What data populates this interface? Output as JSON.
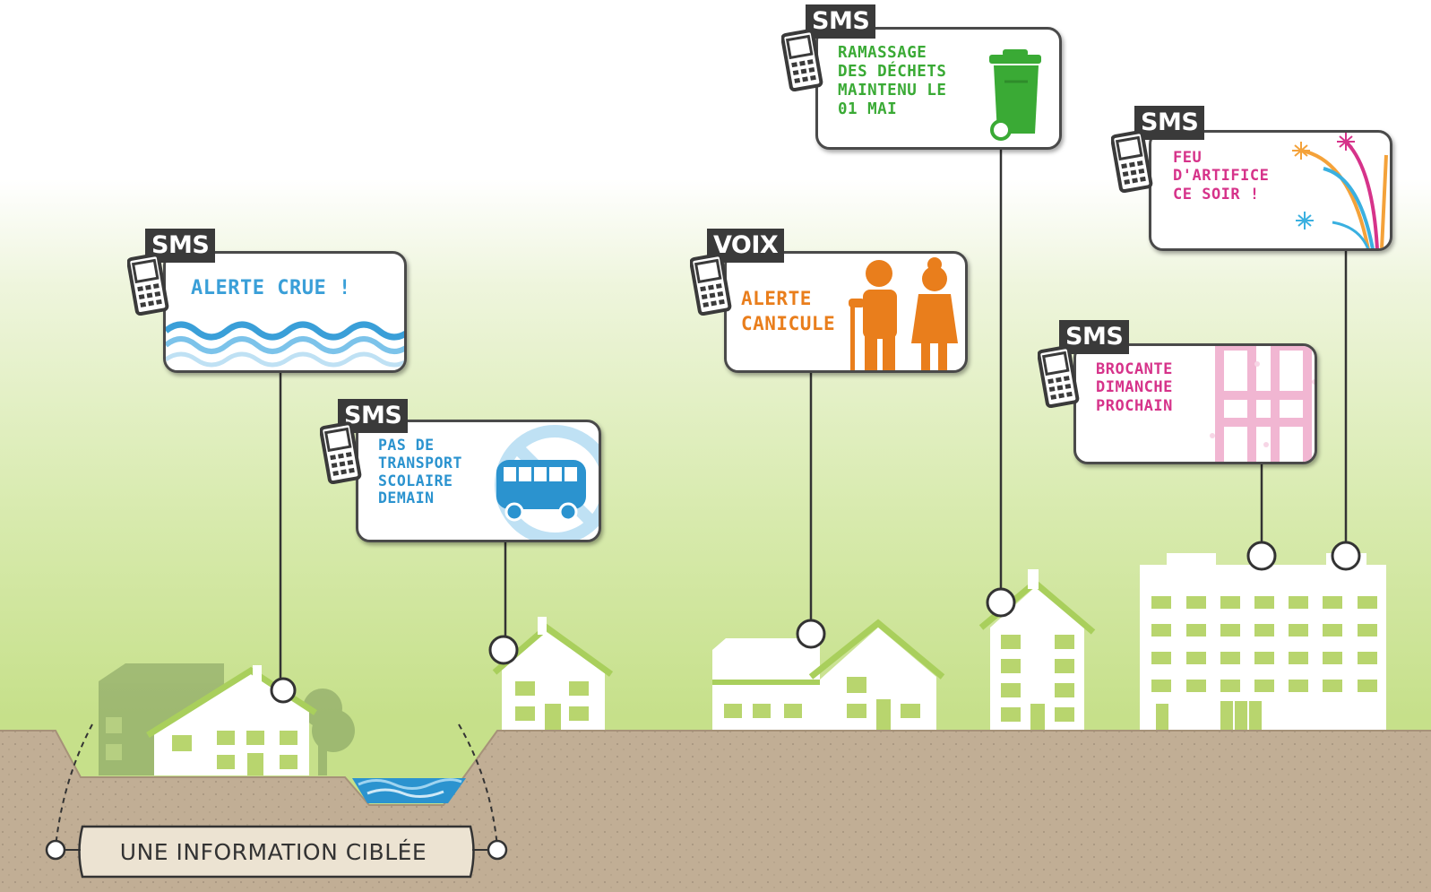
{
  "banner": {
    "label": "UNE INFORMATION CIBLÉE"
  },
  "cards": [
    {
      "id": "crue",
      "channel": "SMS",
      "text": "ALERTE CRUE !",
      "color": "#3a9fd8"
    },
    {
      "id": "transport",
      "channel": "SMS",
      "text": "PAS DE\nTRANSPORT\nSCOLAIRE\nDEMAIN",
      "color": "#2b93cf"
    },
    {
      "id": "canicule",
      "channel": "VOIX",
      "text": "ALERTE\nCANICULE",
      "color": "#e97e1c"
    },
    {
      "id": "dechets",
      "channel": "SMS",
      "text": "RAMASSAGE\nDES DÉCHETS\nMAINTENU LE\n01 MAI",
      "color": "#3aaa35"
    },
    {
      "id": "artifice",
      "channel": "SMS",
      "text": "FEU\nD'ARTIFICE\nCE SOIR !",
      "color": "#d6338a"
    },
    {
      "id": "brocante",
      "channel": "SMS",
      "text": "BROCANTE\nDIMANCHE\nPROCHAIN",
      "color": "#d6338a"
    }
  ],
  "icons": [
    "mobile-phone-icon",
    "wave-icon",
    "no-school-bus-icon",
    "elderly-couple-icon",
    "wheelie-bin-icon",
    "fireworks-icon",
    "flea-market-icon"
  ]
}
